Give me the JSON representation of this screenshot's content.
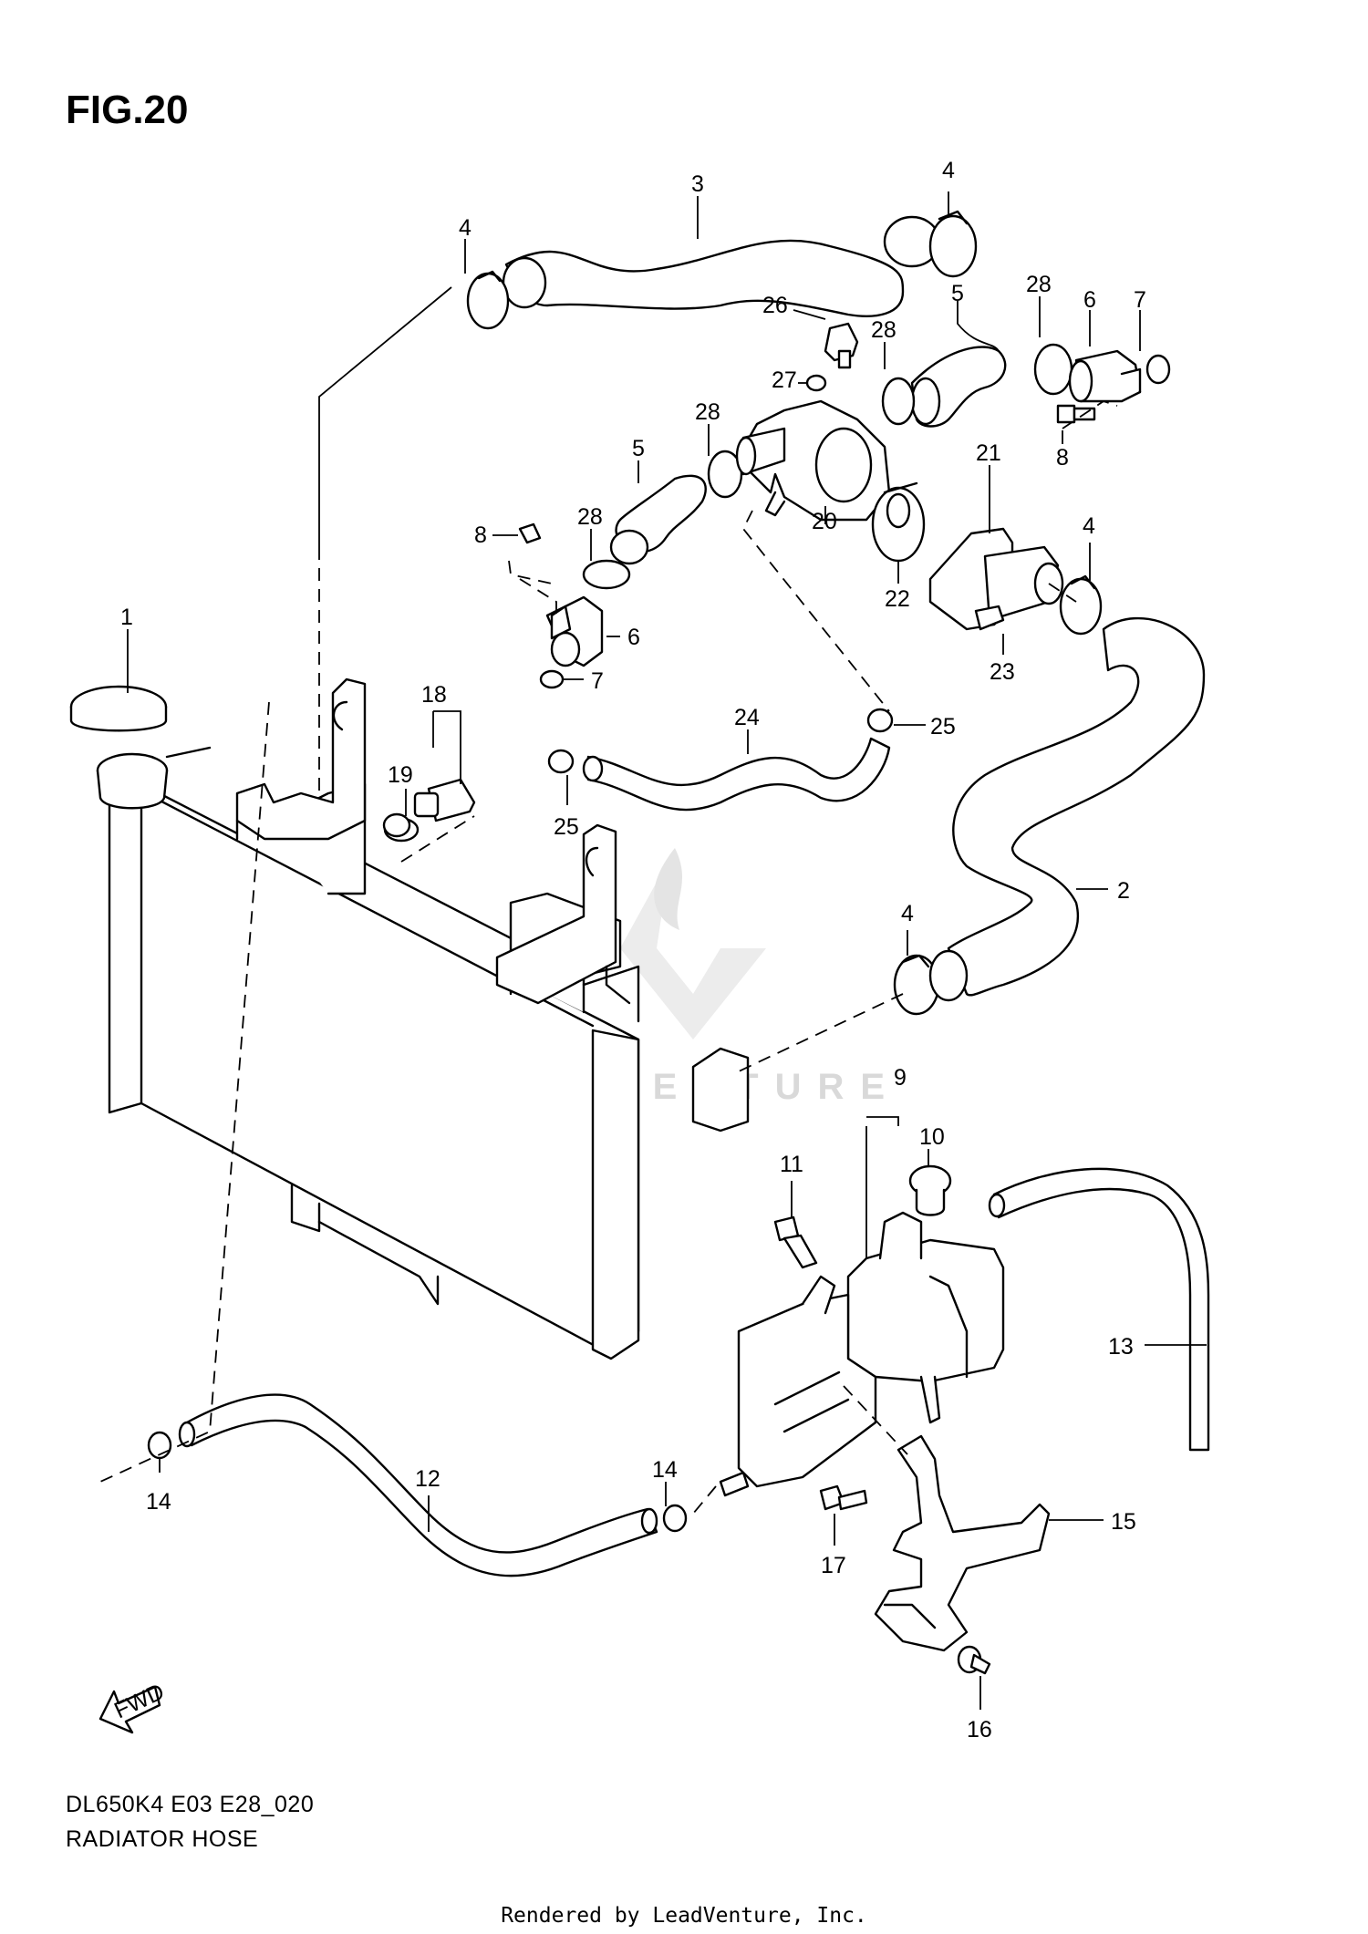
{
  "figure": {
    "title": "FIG.20",
    "model_code": "DL650K4 E03 E28_020",
    "section_name": "RADIATOR HOSE",
    "render_credit": "Rendered by LeadVenture, Inc.",
    "watermark": "LEADVENTURE",
    "fwd_label": "FWD"
  },
  "callouts": {
    "c1": "1",
    "c2": "2",
    "c3": "3",
    "c4a": "4",
    "c4b": "4",
    "c4c": "4",
    "c4d": "4",
    "c5a": "5",
    "c5b": "5",
    "c6a": "6",
    "c6b": "6",
    "c7a": "7",
    "c7b": "7",
    "c8a": "8",
    "c8b": "8",
    "c9": "9",
    "c10": "10",
    "c11": "11",
    "c12": "12",
    "c13": "13",
    "c14a": "14",
    "c14b": "14",
    "c15": "15",
    "c16": "16",
    "c17": "17",
    "c18": "18",
    "c19": "19",
    "c20": "20",
    "c21": "21",
    "c22": "22",
    "c23": "23",
    "c24": "24",
    "c25a": "25",
    "c25b": "25",
    "c26": "26",
    "c27": "27",
    "c28a": "28",
    "c28b": "28",
    "c28c": "28",
    "c28d": "28"
  }
}
